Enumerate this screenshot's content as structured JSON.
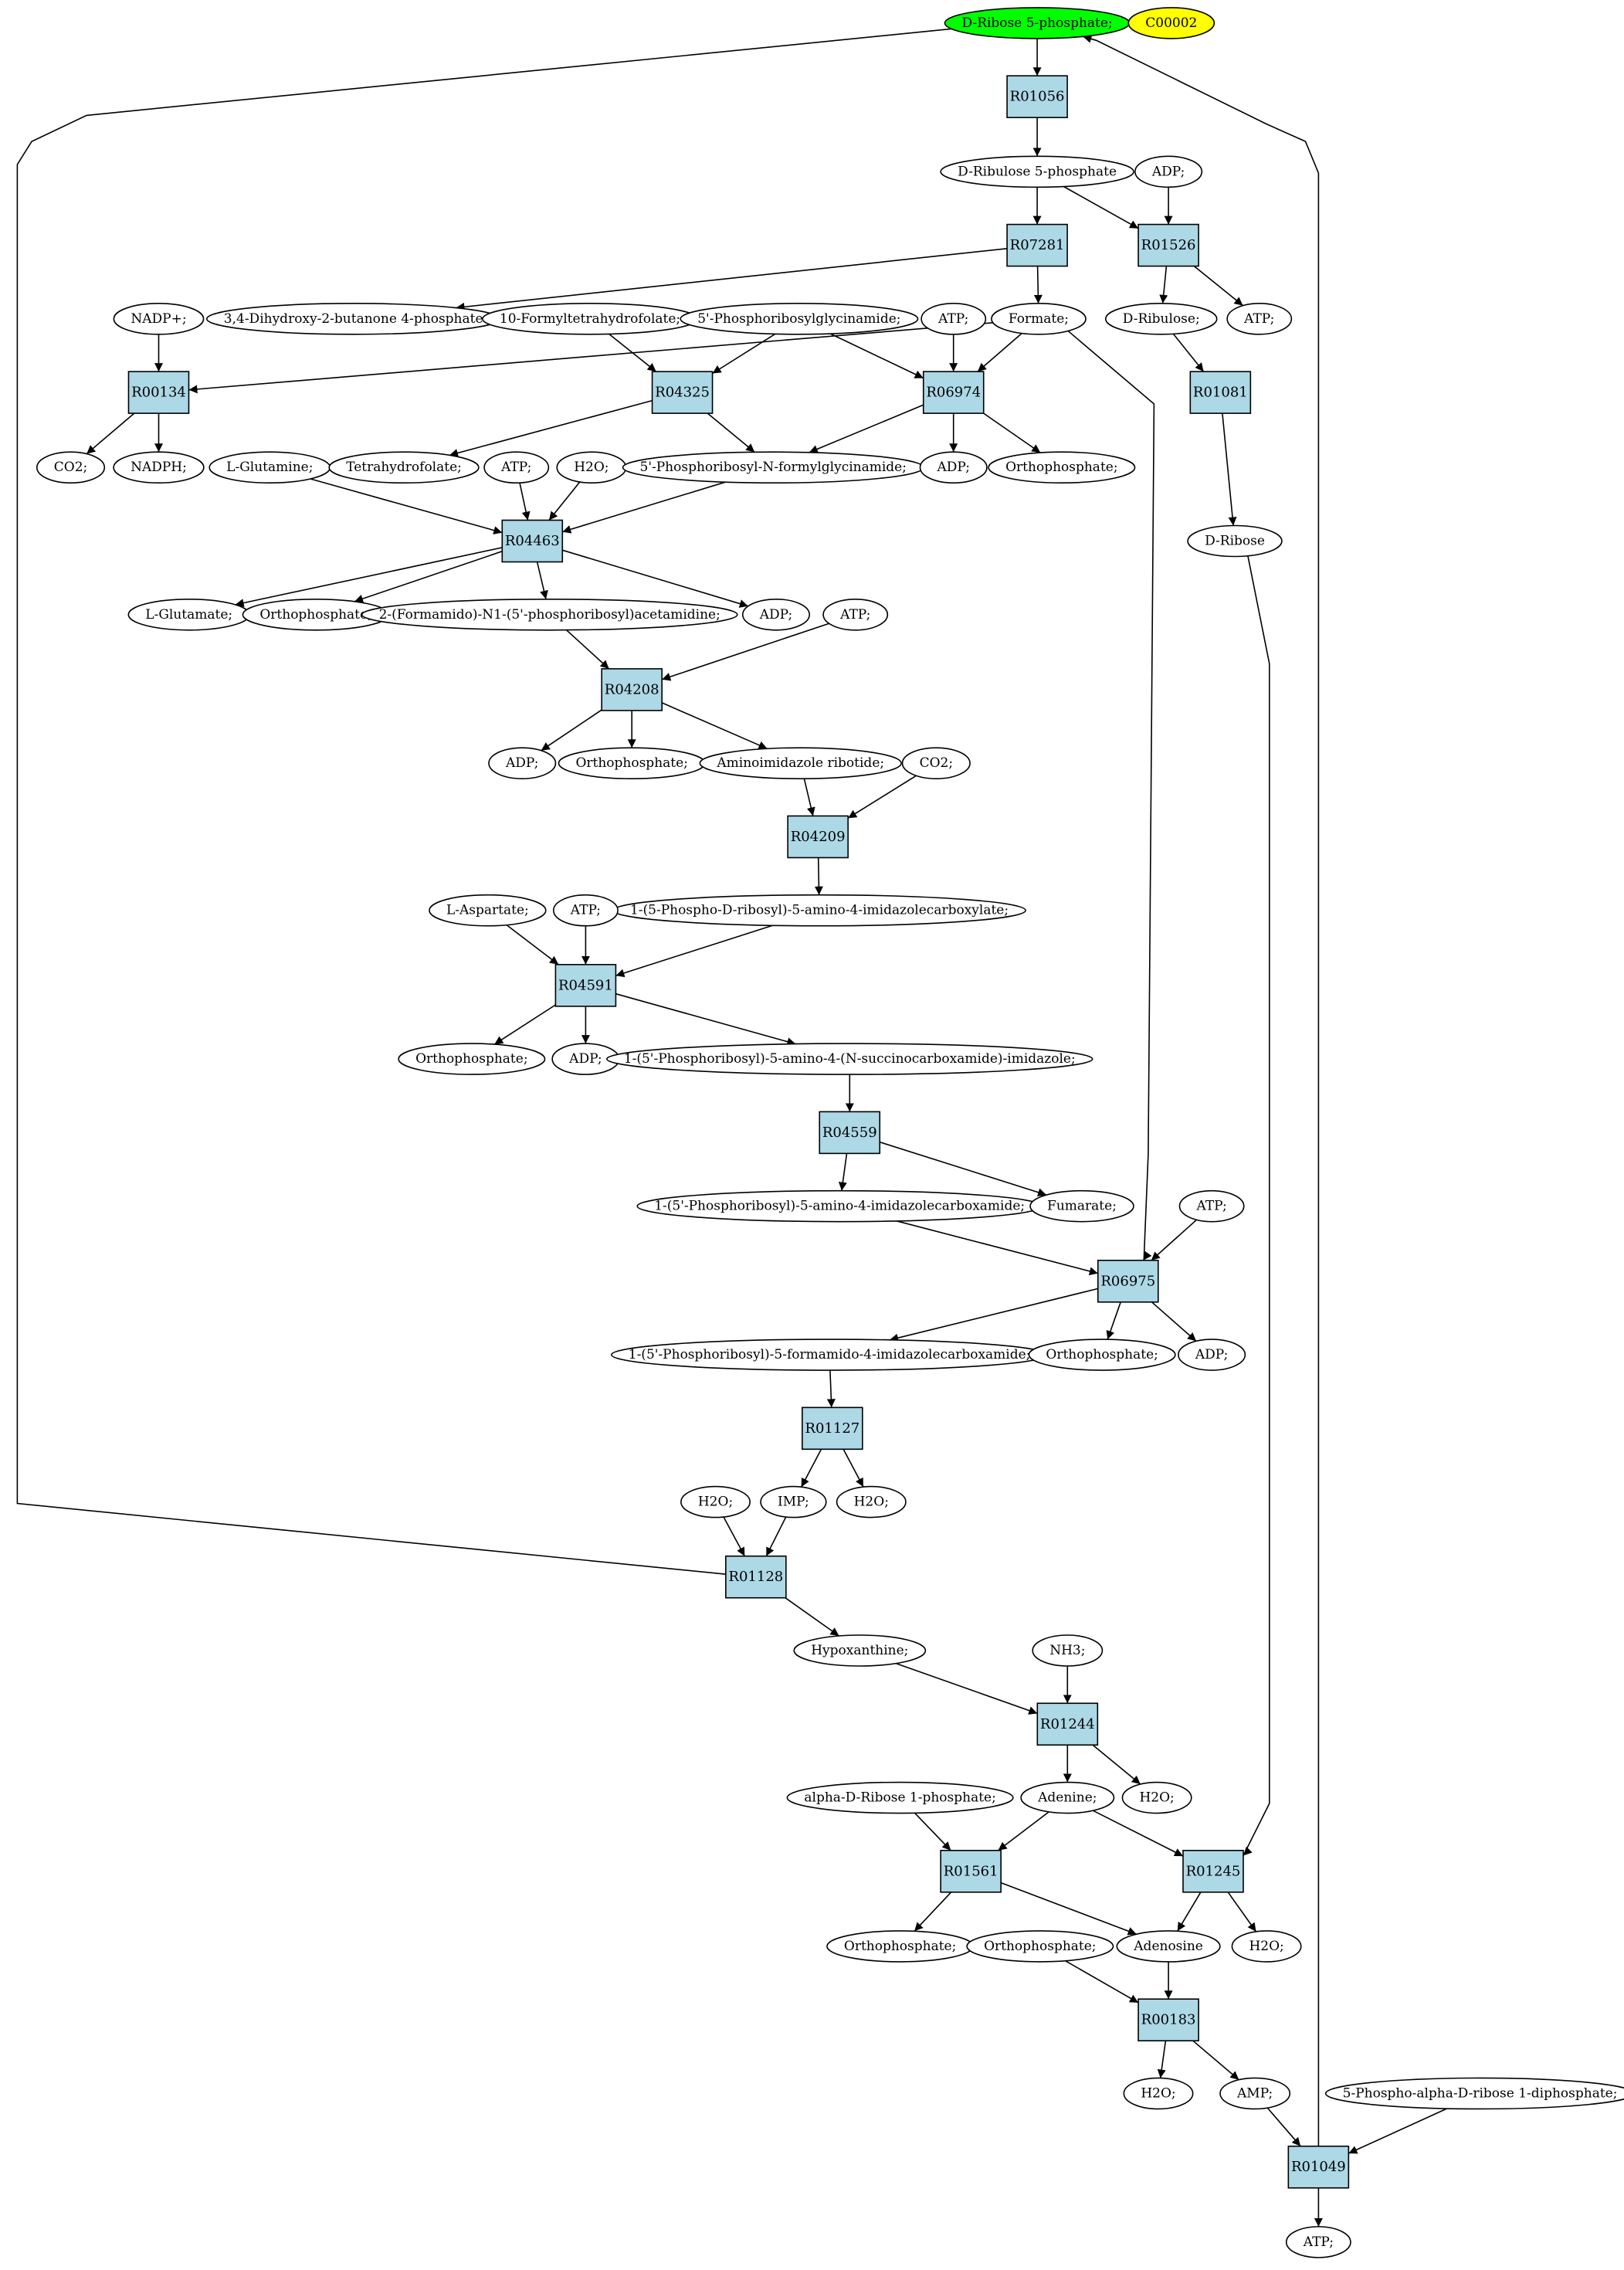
{
  "colors": {
    "reaction_fill": "#add8e6",
    "compound_fill": "#ffffff",
    "start_fill": "#00ff00",
    "marker_fill": "#ffff00"
  },
  "nodes": {
    "ribose5p": {
      "label": "D-Ribose 5-phosphate;",
      "kind": "start"
    },
    "c00002": {
      "label": "C00002",
      "kind": "marker"
    },
    "r01056": {
      "label": "R01056",
      "kind": "reaction"
    },
    "ribulose5p": {
      "label": "D-Ribulose 5-phosphate",
      "kind": "compound"
    },
    "adp_r01526": {
      "label": "ADP;",
      "kind": "compound"
    },
    "r07281": {
      "label": "R07281",
      "kind": "reaction"
    },
    "r01526": {
      "label": "R01526",
      "kind": "reaction"
    },
    "nadp": {
      "label": "NADP+;",
      "kind": "compound"
    },
    "dihydroxy": {
      "label": "3,4-Dihydroxy-2-butanone 4-phosphate",
      "kind": "compound"
    },
    "formylthf": {
      "label": "10-Formyltetrahydrofolate;",
      "kind": "compound"
    },
    "gar": {
      "label": "5'-Phosphoribosylglycinamide;",
      "kind": "compound"
    },
    "atp_r06974": {
      "label": "ATP;",
      "kind": "compound"
    },
    "formate": {
      "label": "Formate;",
      "kind": "compound"
    },
    "ribulose": {
      "label": "D-Ribulose;",
      "kind": "compound"
    },
    "atp_r01526": {
      "label": "ATP;",
      "kind": "compound"
    },
    "r00134": {
      "label": "R00134",
      "kind": "reaction"
    },
    "r04325": {
      "label": "R04325",
      "kind": "reaction"
    },
    "r06974": {
      "label": "R06974",
      "kind": "reaction"
    },
    "r01081": {
      "label": "R01081",
      "kind": "reaction"
    },
    "co2_1": {
      "label": "CO2;",
      "kind": "compound"
    },
    "nadph": {
      "label": "NADPH;",
      "kind": "compound"
    },
    "glutamine": {
      "label": "L-Glutamine;",
      "kind": "compound"
    },
    "thf": {
      "label": "Tetrahydrofolate;",
      "kind": "compound"
    },
    "atp_r04463": {
      "label": "ATP;",
      "kind": "compound"
    },
    "h2o_r04463": {
      "label": "H2O;",
      "kind": "compound"
    },
    "fgar": {
      "label": "5'-Phosphoribosyl-N-formylglycinamide;",
      "kind": "compound"
    },
    "adp_r06974": {
      "label": "ADP;",
      "kind": "compound"
    },
    "pi_r06974": {
      "label": "Orthophosphate;",
      "kind": "compound"
    },
    "dribose": {
      "label": "D-Ribose",
      "kind": "compound"
    },
    "r04463": {
      "label": "R04463",
      "kind": "reaction"
    },
    "glutamate": {
      "label": "L-Glutamate;",
      "kind": "compound"
    },
    "pi_r04463": {
      "label": "Orthophosphate;",
      "kind": "compound"
    },
    "fgam": {
      "label": "2-(Formamido)-N1-(5'-phosphoribosyl)acetamidine;",
      "kind": "compound"
    },
    "adp_r04463": {
      "label": "ADP;",
      "kind": "compound"
    },
    "atp_r04208": {
      "label": "ATP;",
      "kind": "compound"
    },
    "r04208": {
      "label": "R04208",
      "kind": "reaction"
    },
    "adp_r04208": {
      "label": "ADP;",
      "kind": "compound"
    },
    "pi_r04208": {
      "label": "Orthophosphate;",
      "kind": "compound"
    },
    "air": {
      "label": "Aminoimidazole ribotide;",
      "kind": "compound"
    },
    "co2_2": {
      "label": "CO2;",
      "kind": "compound"
    },
    "r04209": {
      "label": "R04209",
      "kind": "reaction"
    },
    "cair": {
      "label": "1-(5-Phospho-D-ribosyl)-5-amino-4-imidazolecarboxylate;",
      "kind": "compound"
    },
    "aspartate": {
      "label": "L-Aspartate;",
      "kind": "compound"
    },
    "atp_r04591": {
      "label": "ATP;",
      "kind": "compound"
    },
    "r04591": {
      "label": "R04591",
      "kind": "reaction"
    },
    "pi_r04591": {
      "label": "Orthophosphate;",
      "kind": "compound"
    },
    "adp_r04591": {
      "label": "ADP;",
      "kind": "compound"
    },
    "saicar": {
      "label": "1-(5'-Phosphoribosyl)-5-amino-4-(N-succinocarboxamide)-imidazole;",
      "kind": "compound"
    },
    "r04559": {
      "label": "R04559",
      "kind": "reaction"
    },
    "aicar": {
      "label": "1-(5'-Phosphoribosyl)-5-amino-4-imidazolecarboxamide;",
      "kind": "compound"
    },
    "fumarate": {
      "label": "Fumarate;",
      "kind": "compound"
    },
    "atp_r06975": {
      "label": "ATP;",
      "kind": "compound"
    },
    "r06975": {
      "label": "R06975",
      "kind": "reaction"
    },
    "faicar": {
      "label": "1-(5'-Phosphoribosyl)-5-formamido-4-imidazolecarboxamide;",
      "kind": "compound"
    },
    "pi_r06975": {
      "label": "Orthophosphate;",
      "kind": "compound"
    },
    "adp_r06975": {
      "label": "ADP;",
      "kind": "compound"
    },
    "r01127": {
      "label": "R01127",
      "kind": "reaction"
    },
    "h2o_r01128": {
      "label": "H2O;",
      "kind": "compound"
    },
    "imp": {
      "label": "IMP;",
      "kind": "compound"
    },
    "h2o_r01127": {
      "label": "H2O;",
      "kind": "compound"
    },
    "r01128": {
      "label": "R01128",
      "kind": "reaction"
    },
    "hypoxanthine": {
      "label": "Hypoxanthine;",
      "kind": "compound"
    },
    "nh3": {
      "label": "NH3;",
      "kind": "compound"
    },
    "r01244": {
      "label": "R01244",
      "kind": "reaction"
    },
    "alpharib1p": {
      "label": "alpha-D-Ribose 1-phosphate;",
      "kind": "compound"
    },
    "adenine": {
      "label": "Adenine;",
      "kind": "compound"
    },
    "h2o_r01244": {
      "label": "H2O;",
      "kind": "compound"
    },
    "r01561": {
      "label": "R01561",
      "kind": "reaction"
    },
    "r01245": {
      "label": "R01245",
      "kind": "reaction"
    },
    "pi_r01561": {
      "label": "Orthophosphate;",
      "kind": "compound"
    },
    "pi_r00183": {
      "label": "Orthophosphate;",
      "kind": "compound"
    },
    "adenosine": {
      "label": "Adenosine",
      "kind": "compound"
    },
    "h2o_r01245": {
      "label": "H2O;",
      "kind": "compound"
    },
    "r00183": {
      "label": "R00183",
      "kind": "reaction"
    },
    "h2o_r00183": {
      "label": "H2O;",
      "kind": "compound"
    },
    "amp": {
      "label": "AMP;",
      "kind": "compound"
    },
    "prpp": {
      "label": "5-Phospho-alpha-D-ribose 1-diphosphate;",
      "kind": "compound"
    },
    "r01049": {
      "label": "R01049",
      "kind": "reaction"
    },
    "atp_r01049": {
      "label": "ATP;",
      "kind": "compound"
    }
  },
  "edges": [
    [
      "ribose5p",
      "r01056"
    ],
    [
      "r01056",
      "ribulose5p"
    ],
    [
      "ribulose5p",
      "r07281"
    ],
    [
      "ribulose5p",
      "r01526"
    ],
    [
      "adp_r01526",
      "r01526"
    ],
    [
      "r07281",
      "dihydroxy"
    ],
    [
      "r07281",
      "formate"
    ],
    [
      "r01526",
      "ribulose"
    ],
    [
      "r01526",
      "atp_r01526"
    ],
    [
      "ribulose",
      "r01081"
    ],
    [
      "r01081",
      "dribose"
    ],
    [
      "nadp",
      "r00134"
    ],
    [
      "formate",
      "r00134"
    ],
    [
      "r00134",
      "co2_1"
    ],
    [
      "r00134",
      "nadph"
    ],
    [
      "formylthf",
      "r04325"
    ],
    [
      "gar",
      "r04325"
    ],
    [
      "gar",
      "r06974"
    ],
    [
      "atp_r06974",
      "r06974"
    ],
    [
      "formate",
      "r06974"
    ],
    [
      "formate",
      "r06975"
    ],
    [
      "r04325",
      "thf"
    ],
    [
      "r04325",
      "fgar"
    ],
    [
      "r06974",
      "fgar"
    ],
    [
      "r06974",
      "adp_r06974"
    ],
    [
      "r06974",
      "pi_r06974"
    ],
    [
      "glutamine",
      "r04463"
    ],
    [
      "atp_r04463",
      "r04463"
    ],
    [
      "h2o_r04463",
      "r04463"
    ],
    [
      "fgar",
      "r04463"
    ],
    [
      "r04463",
      "glutamate"
    ],
    [
      "r04463",
      "pi_r04463"
    ],
    [
      "r04463",
      "fgam"
    ],
    [
      "r04463",
      "adp_r04463"
    ],
    [
      "fgam",
      "r04208"
    ],
    [
      "atp_r04208",
      "r04208"
    ],
    [
      "r04208",
      "adp_r04208"
    ],
    [
      "r04208",
      "pi_r04208"
    ],
    [
      "r04208",
      "air"
    ],
    [
      "air",
      "r04209"
    ],
    [
      "co2_2",
      "r04209"
    ],
    [
      "r04209",
      "cair"
    ],
    [
      "aspartate",
      "r04591"
    ],
    [
      "atp_r04591",
      "r04591"
    ],
    [
      "cair",
      "r04591"
    ],
    [
      "r04591",
      "pi_r04591"
    ],
    [
      "r04591",
      "adp_r04591"
    ],
    [
      "r04591",
      "saicar"
    ],
    [
      "saicar",
      "r04559"
    ],
    [
      "r04559",
      "aicar"
    ],
    [
      "r04559",
      "fumarate"
    ],
    [
      "aicar",
      "r06975"
    ],
    [
      "atp_r06975",
      "r06975"
    ],
    [
      "r06975",
      "faicar"
    ],
    [
      "r06975",
      "pi_r06975"
    ],
    [
      "r06975",
      "adp_r06975"
    ],
    [
      "faicar",
      "r01127"
    ],
    [
      "r01127",
      "imp"
    ],
    [
      "r01127",
      "h2o_r01127"
    ],
    [
      "h2o_r01128",
      "r01128"
    ],
    [
      "imp",
      "r01128"
    ],
    [
      "r01128",
      "hypoxanthine"
    ],
    [
      "r01128",
      "ribose5p"
    ],
    [
      "hypoxanthine",
      "r01244"
    ],
    [
      "nh3",
      "r01244"
    ],
    [
      "r01244",
      "adenine"
    ],
    [
      "r01244",
      "h2o_r01244"
    ],
    [
      "alpharib1p",
      "r01561"
    ],
    [
      "adenine",
      "r01561"
    ],
    [
      "adenine",
      "r01245"
    ],
    [
      "dribose",
      "r01245"
    ],
    [
      "r01561",
      "pi_r01561"
    ],
    [
      "r01561",
      "adenosine"
    ],
    [
      "r01245",
      "adenosine"
    ],
    [
      "r01245",
      "h2o_r01245"
    ],
    [
      "pi_r00183",
      "r00183"
    ],
    [
      "adenosine",
      "r00183"
    ],
    [
      "r00183",
      "h2o_r00183"
    ],
    [
      "r00183",
      "amp"
    ],
    [
      "amp",
      "r01049"
    ],
    [
      "prpp",
      "r01049"
    ],
    [
      "r01049",
      "atp_r01049"
    ],
    [
      "r01049",
      "ribose5p"
    ]
  ]
}
